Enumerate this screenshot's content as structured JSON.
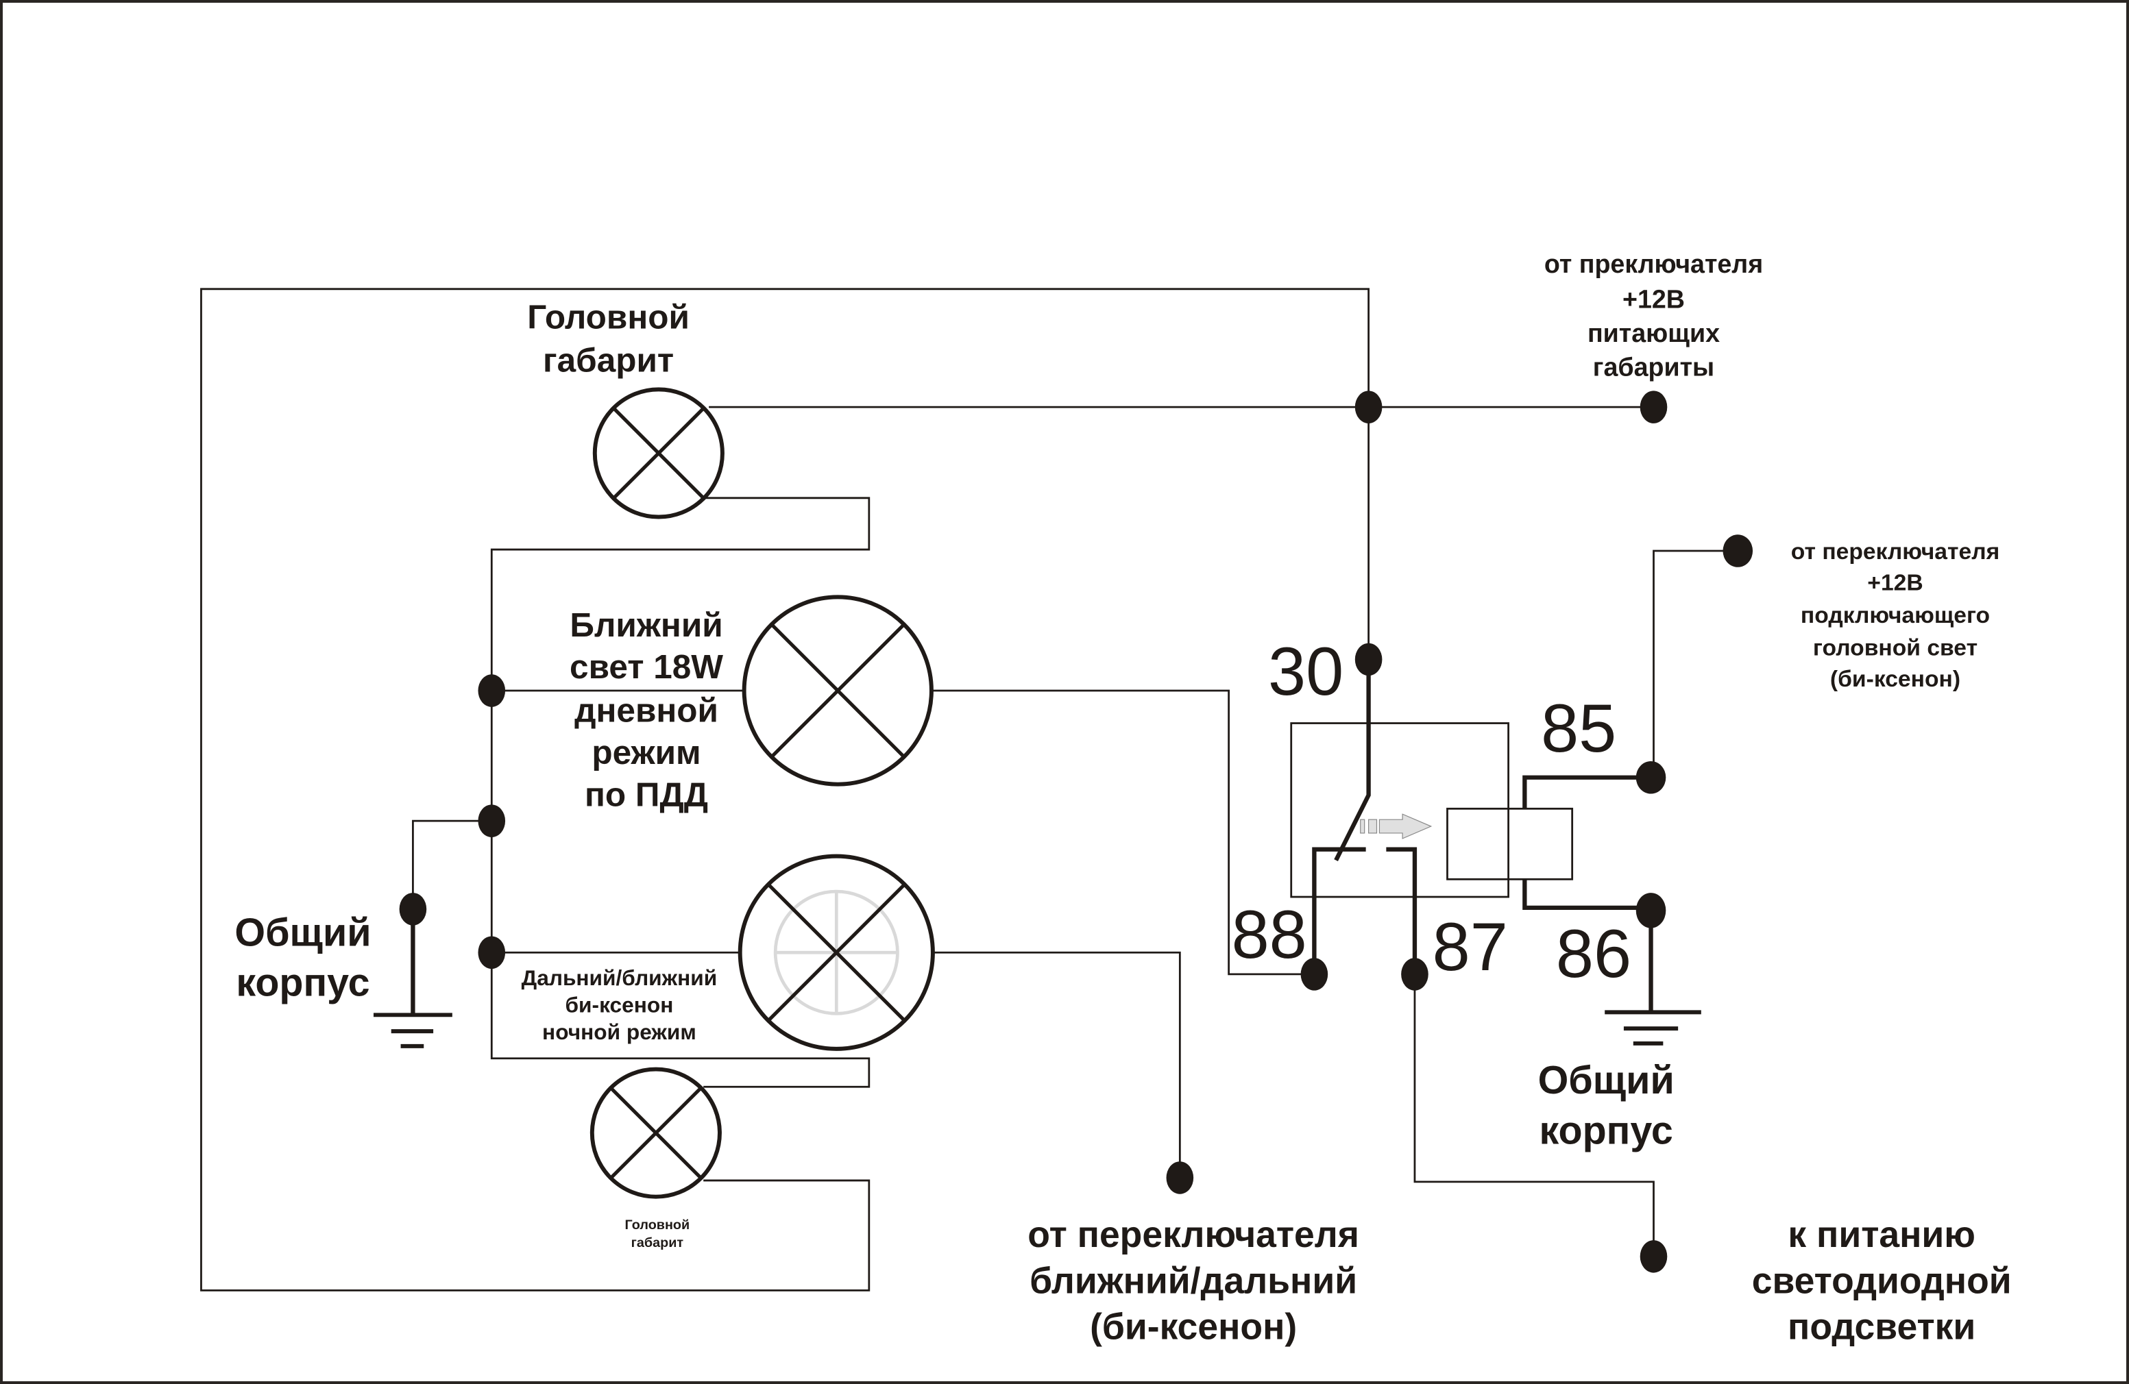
{
  "diagram": {
    "title": "Relay wiring: parking lights, low beam DRL and bi-xenon",
    "colors": {
      "line": "#1f1a17",
      "background": "#ffffff",
      "ghost_lamp": "#d9d9d9",
      "arrow_fill": "#e0e0e0"
    },
    "labels": {
      "top_parking": [
        "Головной",
        "габарит"
      ],
      "low_beam": [
        "Ближний",
        "свет 18W",
        "дневной",
        "режим",
        "по ПДД"
      ],
      "bixenon": [
        "Дальний/ближний",
        "би-ксенон",
        "ночной режим"
      ],
      "bottom_parking": [
        "Головной",
        "габарит"
      ],
      "ground_left": [
        "Общий",
        "корпус"
      ],
      "ground_right": [
        "Общий",
        "корпус"
      ],
      "switch_parking": [
        "от преключателя",
        "+12В",
        "питающих",
        "габариты"
      ],
      "switch_headlight": [
        "от переключателя",
        "+12В",
        "подключающего",
        "головной свет",
        "(би-ксенон)"
      ],
      "switch_beam": [
        "от переключателя",
        "ближний/дальний",
        "(би-ксенон)"
      ],
      "led_power": [
        "к питанию",
        "светодиодной",
        "подсветки"
      ]
    },
    "relay_pins": {
      "p30": "30",
      "p85": "85",
      "p86": "86",
      "p87": "87",
      "p88": "88"
    },
    "components": [
      {
        "id": "lamp-top-parking",
        "type": "lamp"
      },
      {
        "id": "lamp-low-beam",
        "type": "lamp",
        "power": "18W"
      },
      {
        "id": "lamp-bixenon",
        "type": "lamp-bixenon"
      },
      {
        "id": "lamp-bottom-parking",
        "type": "lamp"
      },
      {
        "id": "relay",
        "type": "relay",
        "pins": [
          "30",
          "85",
          "86",
          "87",
          "88"
        ]
      },
      {
        "id": "ground-left",
        "type": "ground"
      },
      {
        "id": "ground-right",
        "type": "ground"
      }
    ]
  }
}
